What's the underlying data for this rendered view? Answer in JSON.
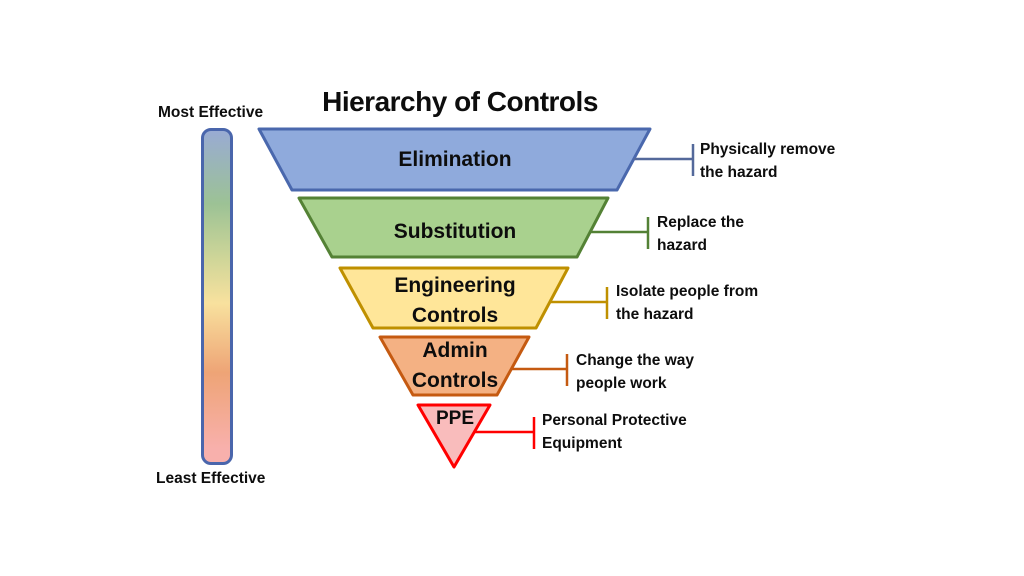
{
  "title": "Hierarchy of Controls",
  "effectiveness_scale": {
    "top_label": "Most Effective",
    "bottom_label": "Least Effective",
    "border_color": "#4a66ac",
    "gradient_stops_top_to_bottom": [
      "#99abd3",
      "#9cc295",
      "#f8e19e",
      "#eea476",
      "#f8b0ac"
    ]
  },
  "levels": [
    {
      "label": "Elimination",
      "description": "Physically remove the hazard",
      "description_lines": [
        "Physically remove",
        "the hazard"
      ],
      "fill_color": "#8faadc",
      "border_color": "#4a68ad",
      "callout_color": "#54699b"
    },
    {
      "label": "Substitution",
      "description": "Replace the hazard",
      "description_lines": [
        "Replace the",
        "hazard"
      ],
      "fill_color": "#a9d18e",
      "border_color": "#548235",
      "callout_color": "#538135"
    },
    {
      "label": "Engineering Controls",
      "description": "Isolate people from the hazard",
      "description_lines": [
        "Isolate people from",
        "the hazard"
      ],
      "fill_color": "#ffe699",
      "border_color": "#bf9000",
      "callout_color": "#bf9000"
    },
    {
      "label": "Admin Controls",
      "description": "Change the way people work",
      "description_lines": [
        "Change the way",
        "people work"
      ],
      "fill_color": "#f4b183",
      "border_color": "#c55a11",
      "callout_color": "#c55a11"
    },
    {
      "label": "PPE",
      "description": "Personal Protective Equipment",
      "description_lines": [
        "Personal Protective",
        "Equipment"
      ],
      "fill_color": "#f9bcbc",
      "border_color": "#ff0000",
      "callout_color": "#ff0000"
    }
  ]
}
